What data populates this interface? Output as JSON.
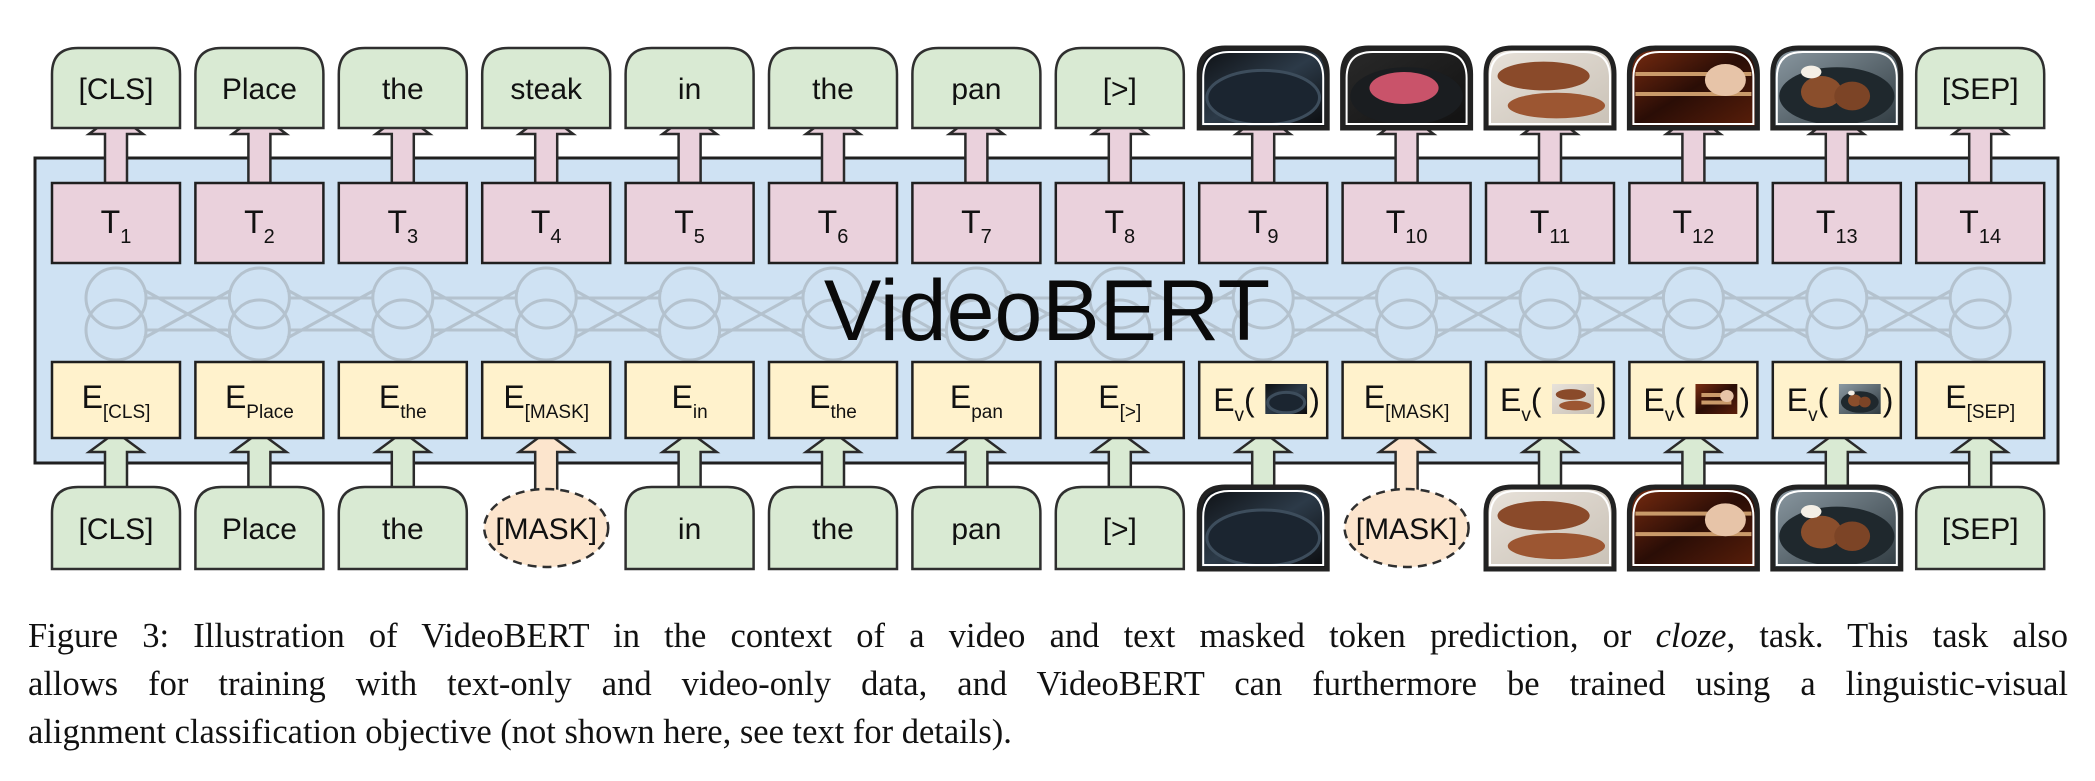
{
  "model_name": "VideoBERT",
  "colors": {
    "text_token_fill": "#d9ead3",
    "text_token_stroke": "#2f2f2f",
    "mask_token_fill": "#fce5cd",
    "output_box_fill": "#ead1dc",
    "embedding_box_fill": "#fff2cc",
    "model_band_fill": "#cfe2f3",
    "up_arrow_green": "#d9ead3",
    "up_arrow_pink": "#ead1dc",
    "up_arrow_orange": "#fce5cd",
    "video_frame_border": "#222222"
  },
  "columns": [
    {
      "output": {
        "type": "text",
        "label": "[CLS]"
      },
      "T": {
        "base": "T",
        "sub": "1"
      },
      "E": {
        "base": "E",
        "sub": "[CLS]"
      },
      "input": {
        "type": "text",
        "label": "[CLS]"
      }
    },
    {
      "output": {
        "type": "text",
        "label": "Place"
      },
      "T": {
        "base": "T",
        "sub": "2"
      },
      "E": {
        "base": "E",
        "sub": "Place"
      },
      "input": {
        "type": "text",
        "label": "Place"
      }
    },
    {
      "output": {
        "type": "text",
        "label": "the"
      },
      "T": {
        "base": "T",
        "sub": "3"
      },
      "E": {
        "base": "E",
        "sub": "the"
      },
      "input": {
        "type": "text",
        "label": "the"
      }
    },
    {
      "output": {
        "type": "text",
        "label": "steak"
      },
      "T": {
        "base": "T",
        "sub": "4"
      },
      "E": {
        "base": "E",
        "sub": "[MASK]"
      },
      "input": {
        "type": "mask",
        "label": "[MASK]"
      }
    },
    {
      "output": {
        "type": "text",
        "label": "in"
      },
      "T": {
        "base": "T",
        "sub": "5"
      },
      "E": {
        "base": "E",
        "sub": "in"
      },
      "input": {
        "type": "text",
        "label": "in"
      }
    },
    {
      "output": {
        "type": "text",
        "label": "the"
      },
      "T": {
        "base": "T",
        "sub": "6"
      },
      "E": {
        "base": "E",
        "sub": "the"
      },
      "input": {
        "type": "text",
        "label": "the"
      }
    },
    {
      "output": {
        "type": "text",
        "label": "pan"
      },
      "T": {
        "base": "T",
        "sub": "7"
      },
      "E": {
        "base": "E",
        "sub": "pan"
      },
      "input": {
        "type": "text",
        "label": "pan"
      }
    },
    {
      "output": {
        "type": "text",
        "label": "[>]"
      },
      "T": {
        "base": "T",
        "sub": "8"
      },
      "E": {
        "base": "E",
        "sub": "[>]"
      },
      "input": {
        "type": "text",
        "label": "[>]"
      }
    },
    {
      "output": {
        "type": "video",
        "frame": "empty-pan"
      },
      "T": {
        "base": "T",
        "sub": "9"
      },
      "E": {
        "base": "E",
        "sub": "v",
        "paren": true,
        "frame": "empty-pan"
      },
      "input": {
        "type": "video",
        "frame": "empty-pan"
      }
    },
    {
      "output": {
        "type": "video",
        "frame": "raw-steak"
      },
      "T": {
        "base": "T",
        "sub": "10"
      },
      "E": {
        "base": "E",
        "sub": "[MASK]"
      },
      "input": {
        "type": "mask",
        "label": "[MASK]"
      }
    },
    {
      "output": {
        "type": "video",
        "frame": "seared-steak"
      },
      "T": {
        "base": "T",
        "sub": "11"
      },
      "E": {
        "base": "E",
        "sub": "v",
        "paren": true,
        "frame": "seared-steak"
      },
      "input": {
        "type": "video",
        "frame": "seared-steak"
      }
    },
    {
      "output": {
        "type": "video",
        "frame": "oven"
      },
      "T": {
        "base": "T",
        "sub": "12"
      },
      "E": {
        "base": "E",
        "sub": "v",
        "paren": true,
        "frame": "oven"
      },
      "input": {
        "type": "video",
        "frame": "oven"
      }
    },
    {
      "output": {
        "type": "video",
        "frame": "plated-steak"
      },
      "T": {
        "base": "T",
        "sub": "13"
      },
      "E": {
        "base": "E",
        "sub": "v",
        "paren": true,
        "frame": "plated-steak"
      },
      "input": {
        "type": "video",
        "frame": "plated-steak"
      }
    },
    {
      "output": {
        "type": "text",
        "label": "[SEP]"
      },
      "T": {
        "base": "T",
        "sub": "14"
      },
      "E": {
        "base": "E",
        "sub": "[SEP]"
      },
      "input": {
        "type": "text",
        "label": "[SEP]"
      }
    }
  ],
  "caption": {
    "line1_pre": "Figure 3: Illustration of VideoBERT in the context of a video and text masked token prediction, or ",
    "line1_italic": "cloze",
    "line1_post": ", task. This task also",
    "line2": "allows for training with text-only and video-only data, and VideoBERT can furthermore be trained using a linguistic-visual",
    "line3": "alignment classification objective (not shown here, see text for details)."
  }
}
